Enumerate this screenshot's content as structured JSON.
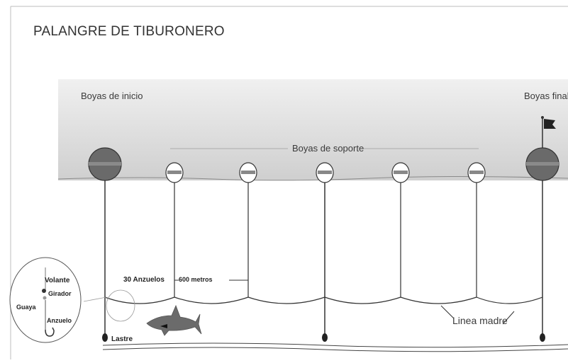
{
  "title": "PALANGRE DE TIBURONERO",
  "labels": {
    "boyas_inicio": "Boyas de inicio",
    "boyas_final": "Boyas final",
    "boyas_soporte": "Boyas de soporte",
    "anzuelos": "30 Anzuelos",
    "metros": "600 metros",
    "linea_madre": "Linea madre",
    "lastre": "Lastre"
  },
  "detail_labels": {
    "volante": "Volante",
    "girador": "Girador",
    "guaya": "Guaya",
    "anzuelo": "Anzuelo"
  },
  "colors": {
    "sea_surface": "#dcdcdc",
    "lines": "#333333",
    "end_buoy": "#6a6a6a",
    "buoy_band": "#888888",
    "shark": "#6b6b6b"
  }
}
